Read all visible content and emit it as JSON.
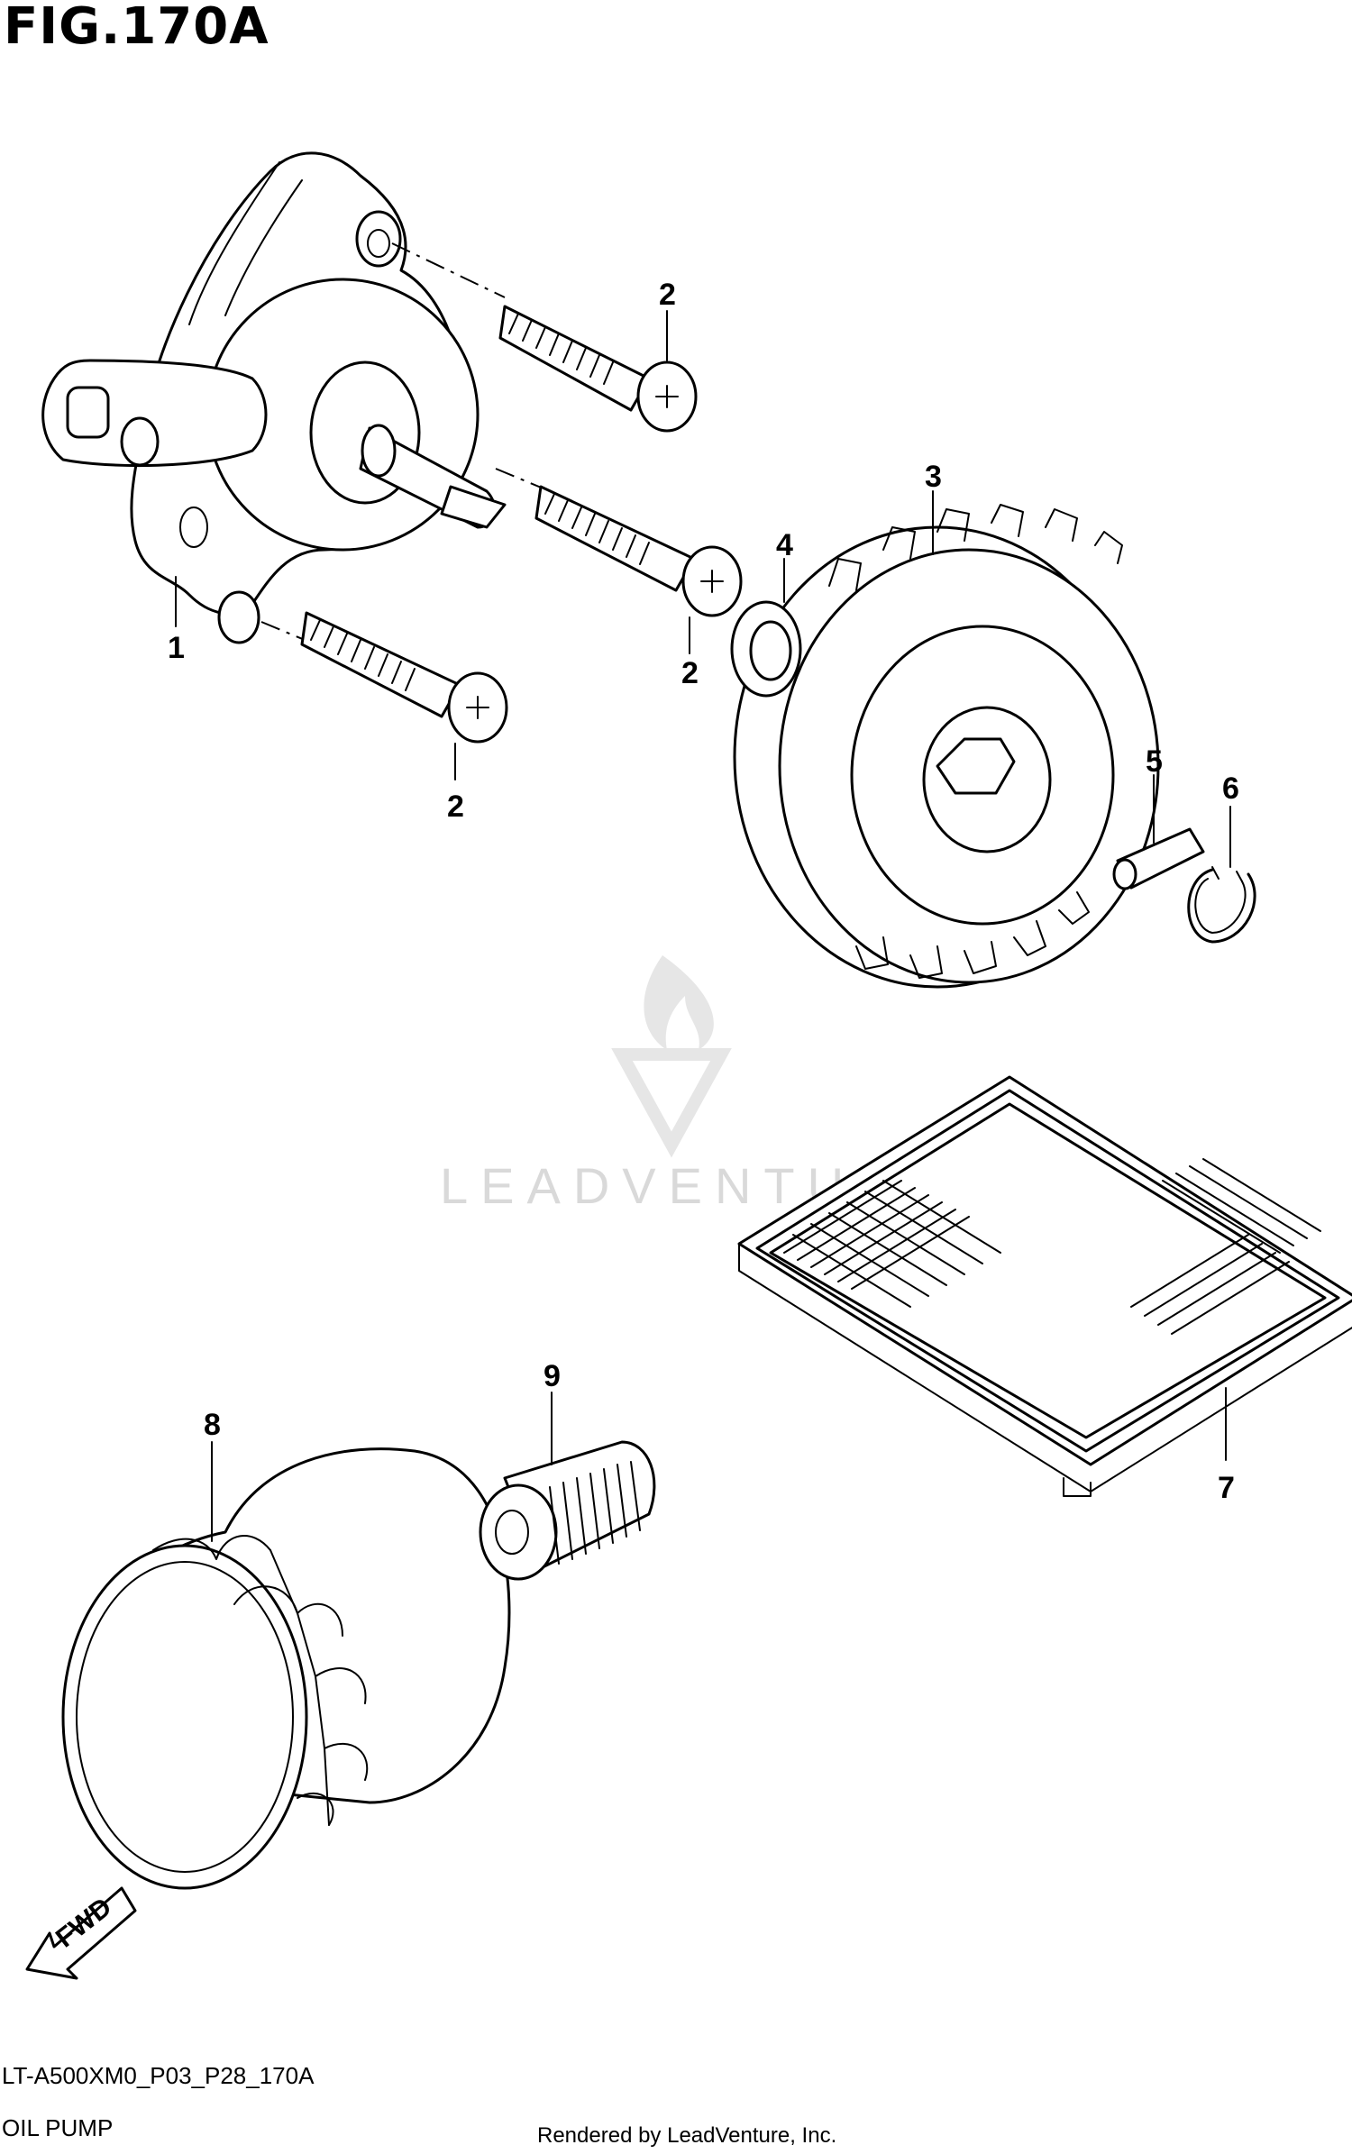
{
  "header": {
    "figure_title": "FIG.170A"
  },
  "diagram": {
    "callouts": [
      {
        "id": "callout-1",
        "label": "1"
      },
      {
        "id": "callout-2a",
        "label": "2"
      },
      {
        "id": "callout-2b",
        "label": "2"
      },
      {
        "id": "callout-2c",
        "label": "2"
      },
      {
        "id": "callout-3",
        "label": "3"
      },
      {
        "id": "callout-4",
        "label": "4"
      },
      {
        "id": "callout-5",
        "label": "5"
      },
      {
        "id": "callout-6",
        "label": "6"
      },
      {
        "id": "callout-7",
        "label": "7"
      },
      {
        "id": "callout-8",
        "label": "8"
      },
      {
        "id": "callout-9",
        "label": "9"
      }
    ],
    "fwd_label": "FWD",
    "watermark_text": "LEADVENTURE"
  },
  "footer": {
    "model_code": "LT-A500XM0_P03_P28_170A",
    "section_title": "OIL PUMP",
    "credit": "Rendered by LeadVenture, Inc."
  }
}
